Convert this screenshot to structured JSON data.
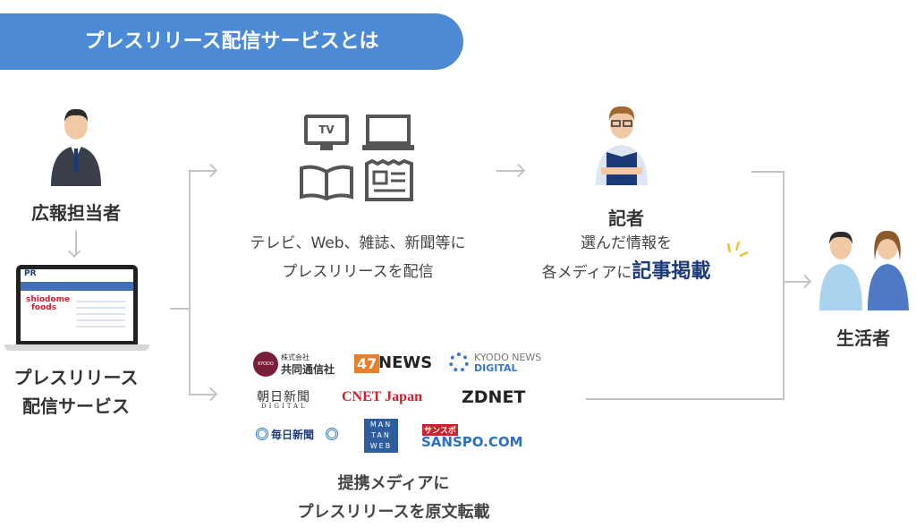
{
  "title": "プレスリリース配信サービスとは",
  "pr_person": {
    "label": "広報担当者"
  },
  "service": {
    "label_line1": "プレスリリース",
    "label_line2": "配信サービス",
    "screen_logo": "PR",
    "screen_brand_line1": "shiodome",
    "screen_brand_line2": "foods"
  },
  "media": {
    "tv_label": "TV",
    "line1": "テレビ、Web、雑誌、新聞等に",
    "line2": "プレスリリースを配信"
  },
  "journalist": {
    "label": "記者",
    "line1": "選んだ情報を",
    "line2_prefix": "各メディアに",
    "line2_emphasis": "記事掲載"
  },
  "consumer": {
    "label": "生活者"
  },
  "partners": {
    "logos": {
      "kyodo_small": "株式会社",
      "kyodo": "共同通信社",
      "kyodo_badge": "KYODO",
      "news47_num": "47",
      "news47": "NEWS",
      "kyodo_digital_1": "KYODO NEWS",
      "kyodo_digital_2": "DIGITAL",
      "asahi": "朝日新聞",
      "asahi_sub": "DIGITAL",
      "cnet": "CNET Japan",
      "zdnet": "ZDNET",
      "mainichi": "毎日新聞",
      "mantan_1": "MAN",
      "mantan_2": "TAN",
      "mantan_3": "WEB",
      "sanspo_top": "サンスポ",
      "sanspo": "SANSPO.COM"
    },
    "line1": "提携メディアに",
    "line2": "プレスリリースを原文転載"
  },
  "colors": {
    "accent": "#4d8ad6",
    "navy": "#1d3a78",
    "line": "#c4c4c4"
  }
}
